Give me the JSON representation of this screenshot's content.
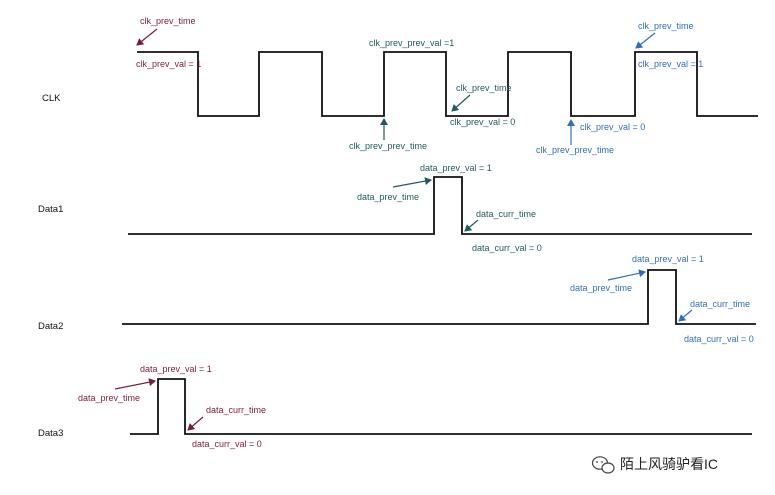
{
  "signals": {
    "clk": "CLK",
    "data1": "Data1",
    "data2": "Data2",
    "data3": "Data3"
  },
  "annotations": {
    "clk_a1": "clk_prev_time",
    "clk_a2": "clk_prev_val = 1",
    "clk_a3": "clk_prev_prev_val =1",
    "clk_a4": "clk_prev_time",
    "clk_a5": "clk_prev_val = 0",
    "clk_a6": "clk_prev_prev_time",
    "clk_a7": "clk_prev_time",
    "clk_a8": "clk_prev_val = 1",
    "clk_a9": "clk_prev_val = 0",
    "clk_a10": "clk_prev_prev_time",
    "d1_a1": "data_prev_val = 1",
    "d1_a2": "data_prev_time",
    "d1_a3": "data_curr_time",
    "d1_a4": "data_curr_val = 0",
    "d2_a1": "data_prev_val = 1",
    "d2_a2": "data_prev_time",
    "d2_a3": "data_curr_time",
    "d2_a4": "data_curr_val = 0",
    "d3_a1": "data_prev_val = 1",
    "d3_a2": "data_prev_time",
    "d3_a3": "data_curr_time",
    "d3_a4": "data_curr_val = 0"
  },
  "colors": {
    "maroon": "#7a1d3a",
    "blue": "#2f6fb6",
    "teal": "#1f5a5e",
    "waveform": "#111111"
  },
  "watermark": {
    "icon": "wechat-icon",
    "text": "陌上风骑驴看IC"
  }
}
